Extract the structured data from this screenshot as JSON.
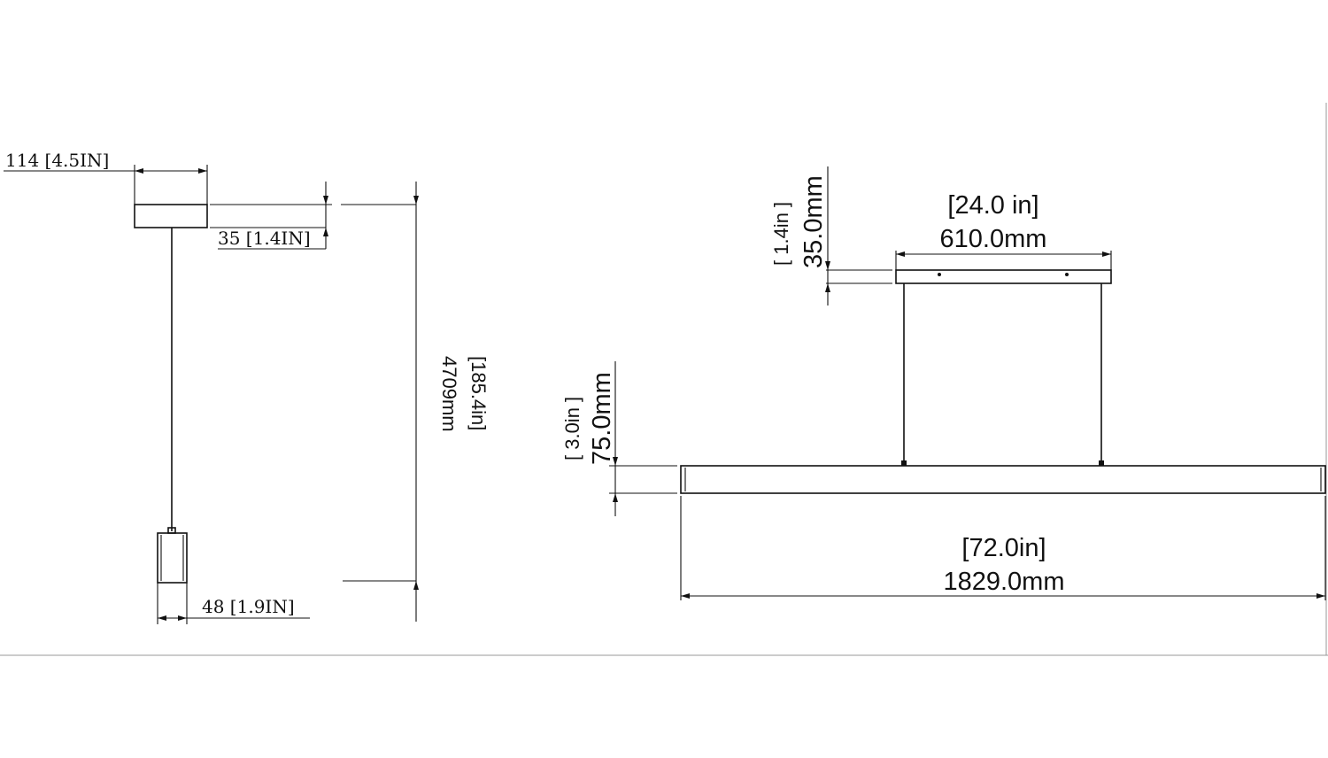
{
  "side_view": {
    "canopy_width": "114 [4.5IN]",
    "canopy_height": "35 [1.4IN]",
    "overall_height_mm": "4709mm",
    "overall_height_in": "[185.4in]",
    "shade_width": "48 [1.9IN]"
  },
  "front_view": {
    "canopy_width_in": "[24.0  in]",
    "canopy_width_mm": "610.0mm",
    "canopy_height_in": "[ 1.4in ]",
    "canopy_height_mm": "35.0mm",
    "bar_height_in": "[ 3.0in ]",
    "bar_height_mm": "75.0mm",
    "bar_length_in": "[72.0in]",
    "bar_length_mm": "1829.0mm"
  }
}
